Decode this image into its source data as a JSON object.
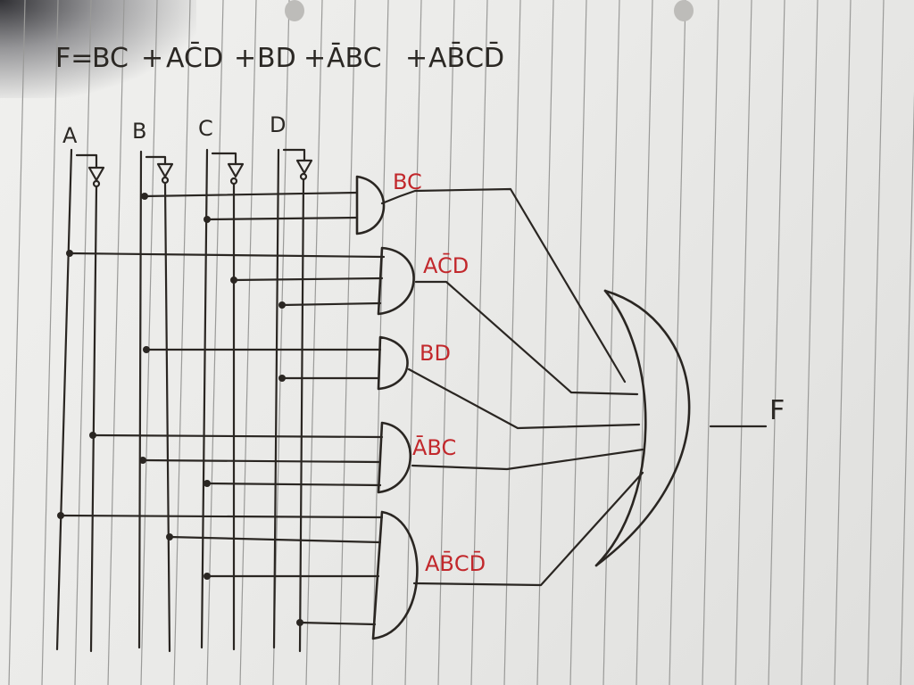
{
  "formula": {
    "prefix": "F=",
    "terms": [
      {
        "label": "BC",
        "bars": []
      },
      {
        "label": "AC̄D",
        "bars": []
      },
      {
        "label": "BD",
        "bars": []
      },
      {
        "label": "ĀBC",
        "bars": []
      },
      {
        "label": "AB̄CD̄",
        "bars": []
      }
    ]
  },
  "inputs": [
    "A",
    "B",
    "C",
    "D"
  ],
  "gate_labels": [
    "BC",
    "AC̄D",
    "BD",
    "ĀBC",
    "AB̄CD̄"
  ],
  "output_label": "F",
  "colors": {
    "ink": "#2a2622",
    "annotation": "#c2282c",
    "paper": "#eaeae8",
    "rule": "#9a9a98"
  }
}
